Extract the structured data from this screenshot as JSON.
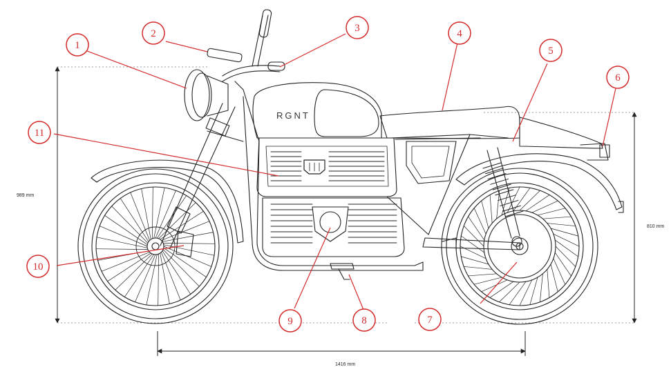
{
  "brand_label": "RGNT",
  "dimensions": {
    "height_label": "989 mm",
    "seat_height_label": "810 mm",
    "wheelbase_label": "1416 mm"
  },
  "callouts": [
    {
      "label": "1"
    },
    {
      "label": "2"
    },
    {
      "label": "3"
    },
    {
      "label": "4"
    },
    {
      "label": "5"
    },
    {
      "label": "6"
    },
    {
      "label": "7"
    },
    {
      "label": "8"
    },
    {
      "label": "9"
    },
    {
      "label": "10"
    },
    {
      "label": "11"
    }
  ],
  "colors": {
    "callout_red": "#d42a2a",
    "line_art": "#222222"
  }
}
